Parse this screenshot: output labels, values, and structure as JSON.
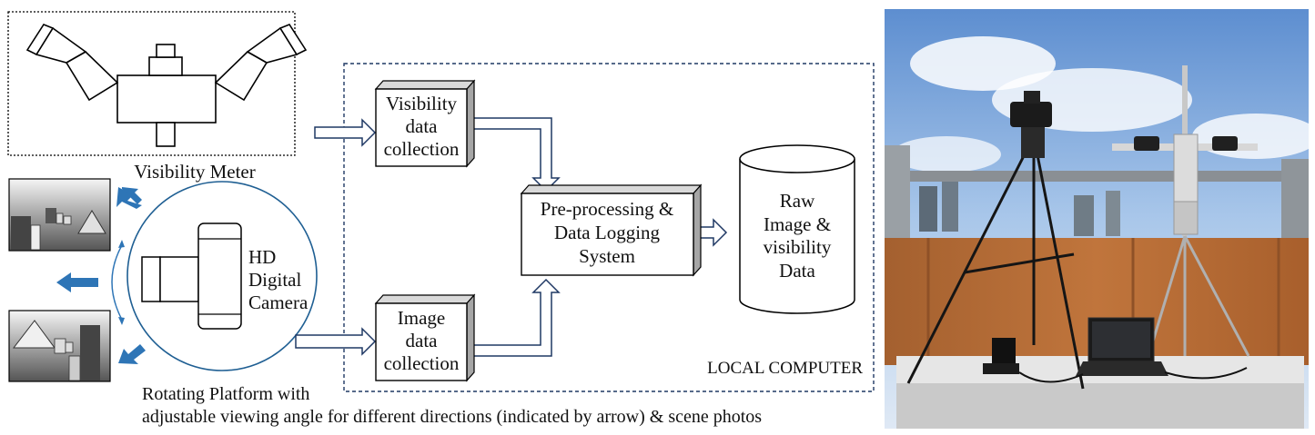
{
  "diagram": {
    "visibility_meter_label": "Visibility Meter",
    "camera_label": [
      "HD",
      "Digital",
      "Camera"
    ],
    "platform_caption": [
      "Rotating Platform with",
      "adjustable viewing angle for different directions (indicated by arrow) & scene photos"
    ],
    "local_computer_label": "LOCAL COMPUTER",
    "box_visibility_collection": [
      "Visibility",
      "data",
      "collection"
    ],
    "box_image_collection": [
      "Image",
      "data",
      "collection"
    ],
    "box_preprocessing": [
      "Pre-processing &",
      "Data Logging",
      "System"
    ],
    "raw_data_store": [
      "Raw",
      "Image &",
      "visibility",
      "Data"
    ]
  },
  "colors": {
    "accent_blue": "#2e75b6",
    "dark_blue": "#1f3864",
    "box_side": "#a6a6a6",
    "border": "#000000"
  }
}
